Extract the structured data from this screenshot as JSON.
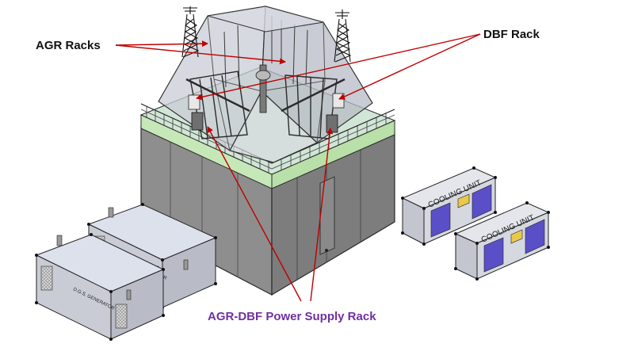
{
  "labels": {
    "agr_racks": "AGR Racks",
    "dbf_rack": "DBF Rack",
    "power_supply_rack": "AGR-DBF Power Supply Rack"
  },
  "equipment": {
    "cooling_unit_label": "COOLING UNIT",
    "generator_label": "D.G.S. GENERATOR"
  },
  "colors": {
    "arrow": "#c00000",
    "callout_label": "#7030a0",
    "label": "#111111",
    "building_wall": "#8c8c8c",
    "green_band": "#c6e8b8",
    "cooling_panel": "#5b4fc7",
    "cooling_panel_yellow": "#e9c84a"
  }
}
